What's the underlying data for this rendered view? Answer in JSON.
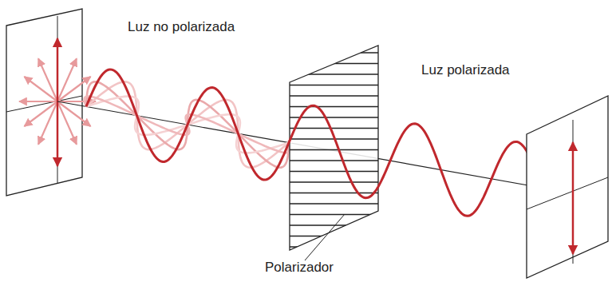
{
  "diagram": {
    "labels": [
      "Luz no polarizada",
      "Luz polarizada",
      "Polarizador"
    ]
  }
}
